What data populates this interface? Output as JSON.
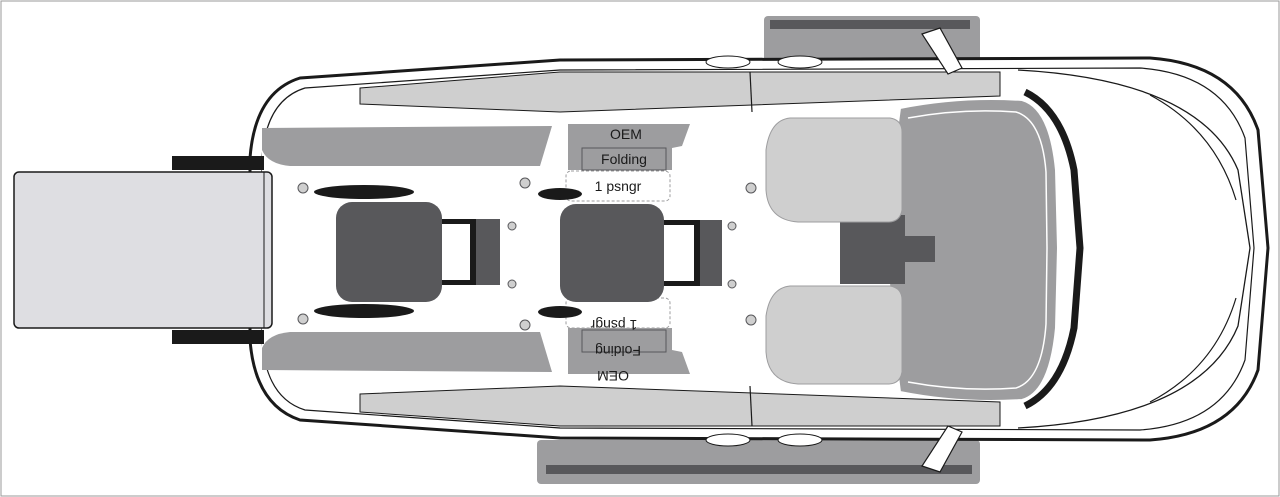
{
  "diagram": {
    "labels": {
      "oem_top": "OEM",
      "folding_top": "Folding",
      "psngr_top": "1 psngr",
      "oem_bottom": "OEM",
      "folding_bottom": "Folding",
      "psngr_bottom": "1 psngr"
    },
    "colors": {
      "outline": "#1a1a1a",
      "light_gray": "#cfcfcf",
      "mid_gray": "#9d9d9f",
      "dark_gray": "#58585b",
      "ramp": "#dedee2",
      "floor": "#ffffff"
    }
  }
}
